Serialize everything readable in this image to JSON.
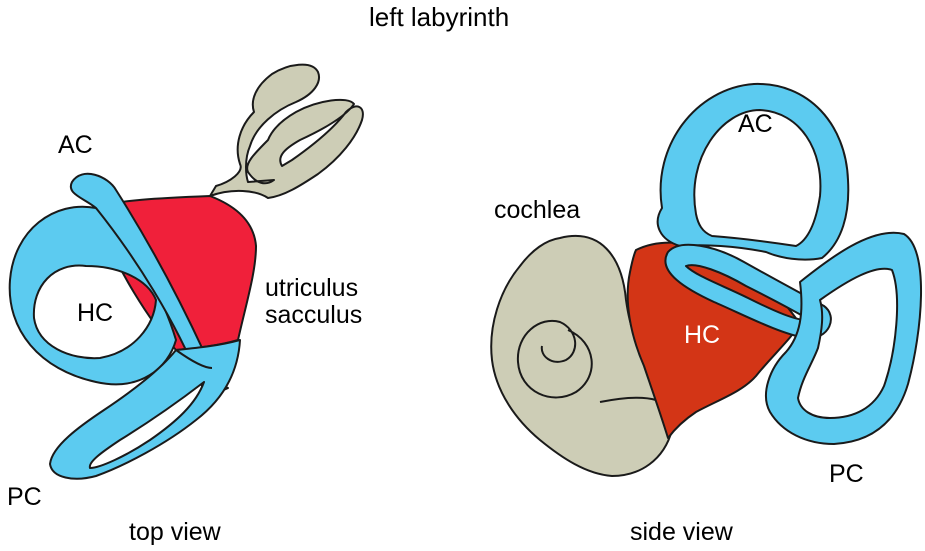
{
  "title": "left labyrinth",
  "colors": {
    "canal": "#5ccbf0",
    "vestibule_top": "#f0203a",
    "vestibule_side": "#d33516",
    "bone": "#cdcdb6",
    "outline": "#1a1a1a"
  },
  "left_panel": {
    "caption": "top view",
    "labels": {
      "ac": "AC",
      "hc": "HC",
      "pc": "PC",
      "utriculus": "utriculus",
      "sacculus": "sacculus"
    }
  },
  "right_panel": {
    "caption": "side view",
    "labels": {
      "ac": "AC",
      "hc": "HC",
      "pc": "PC",
      "cochlea": "cochlea"
    }
  }
}
